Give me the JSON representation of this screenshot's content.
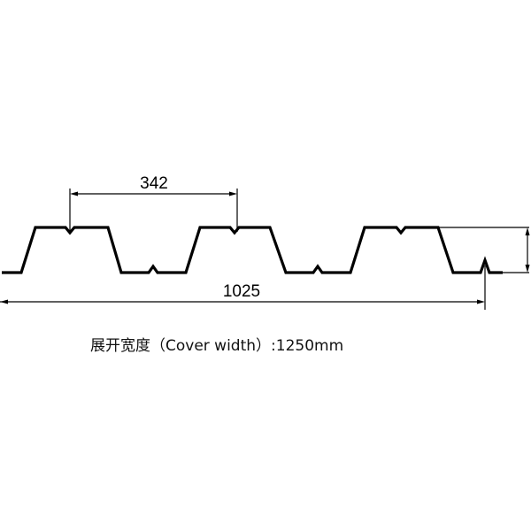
{
  "diagram": {
    "dimensions": {
      "rib_pitch": "342",
      "cover_width": "1025"
    },
    "caption": "展开宽度（Cover width）:1250mm"
  }
}
